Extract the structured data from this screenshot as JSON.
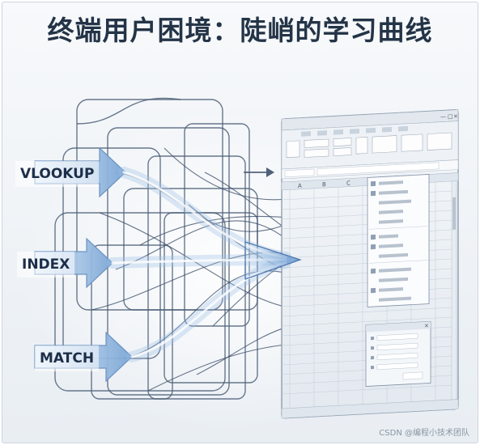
{
  "title": "终端用户困境：陡峭的学习曲线",
  "functions": [
    "VLOOKUP",
    "INDEX",
    "MATCH"
  ],
  "spreadsheet": {
    "column_headers": [
      "A",
      "B",
      "C"
    ]
  },
  "watermark": "CSDN @编程小技术团队"
}
